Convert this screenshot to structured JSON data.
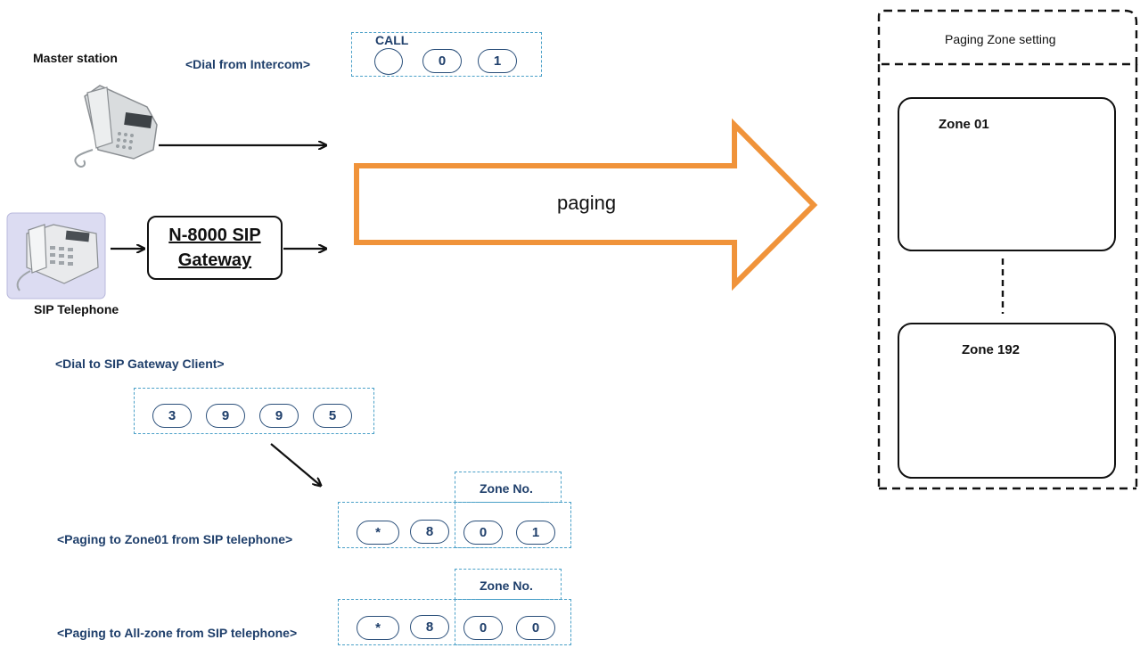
{
  "left": {
    "master_station_label": "Master station",
    "sip_telephone_label": "SIP Telephone",
    "dial_intercom_label": "<Dial from Intercom>",
    "intercom_keys": {
      "call_label": "CALL",
      "digits": [
        "0",
        "1"
      ]
    },
    "gateway": {
      "line1": "N-8000 SIP",
      "line2": "Gateway"
    },
    "dial_gateway_label": "<Dial to SIP Gateway Client>",
    "gateway_digits": [
      "3",
      "9",
      "9",
      "5"
    ],
    "zone01_row": {
      "label": "<Paging to Zone01 from SIP telephone>",
      "prefix": [
        "*",
        "8"
      ],
      "zone_header": "Zone No.",
      "zone_digits": [
        "0",
        "1"
      ]
    },
    "allzone_row": {
      "label": "<Paging to All-zone from SIP telephone>",
      "prefix": [
        "*",
        "8"
      ],
      "zone_header": "Zone No.",
      "zone_digits": [
        "0",
        "0"
      ]
    }
  },
  "arrow": {
    "label": "paging",
    "color": "#f0933a"
  },
  "right": {
    "panel_title": "Paging Zone setting",
    "zones": [
      {
        "title": "Zone 01"
      },
      {
        "title": "Zone 192"
      }
    ]
  },
  "colors": {
    "blue_text": "#1f3f6b",
    "dash_blue": "#4aa0c8",
    "orange": "#f0933a"
  }
}
